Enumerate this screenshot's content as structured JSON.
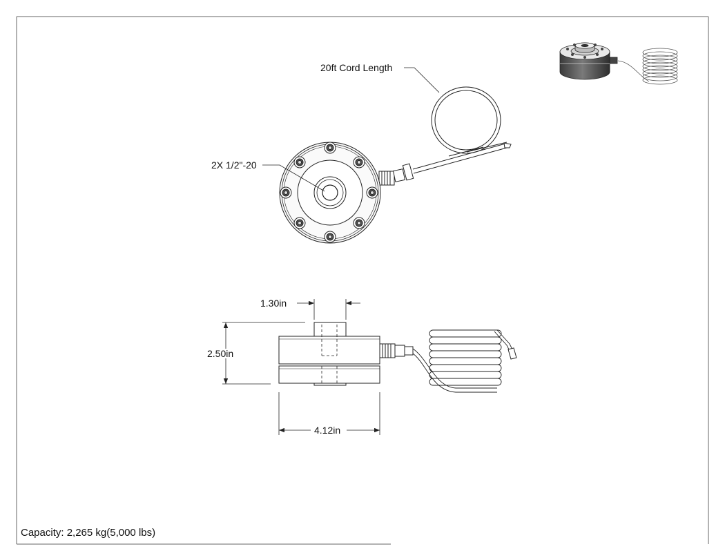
{
  "drawing": {
    "cord_label": "20ft Cord Length",
    "thread_label": "2X 1/2\"-20",
    "dim_boss": "1.30in",
    "dim_height": "2.50in",
    "dim_diameter": "4.12in",
    "capacity": "Capacity: 2,265 kg(5,000 lbs)"
  },
  "colors": {
    "line": "#222222",
    "metal": "#f4f4f4",
    "shade": "#5a5a5a"
  }
}
